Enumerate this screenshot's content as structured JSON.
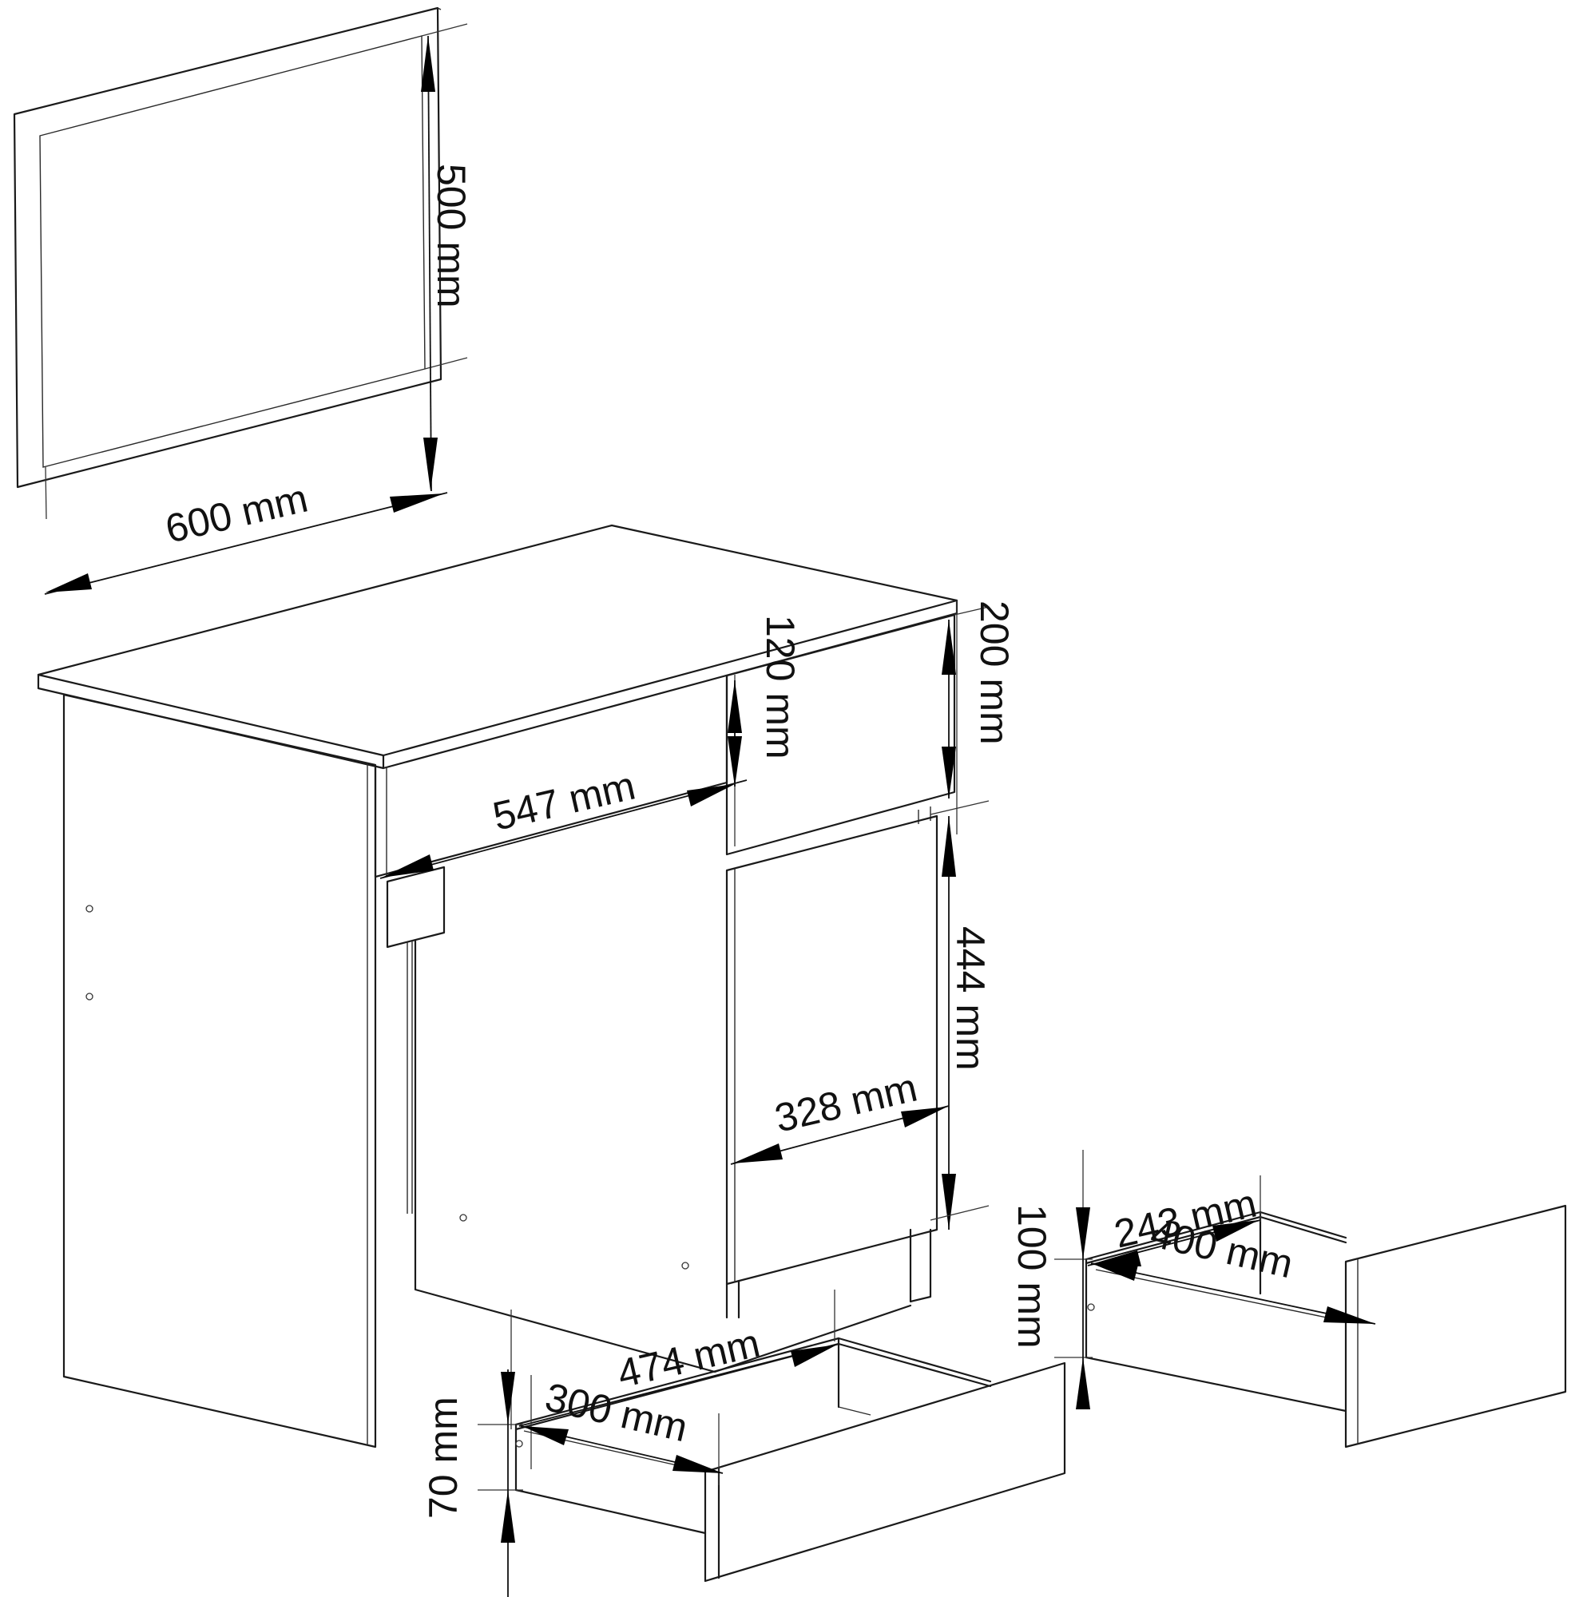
{
  "dimensions": {
    "mirror_height": "500 mm",
    "mirror_width": "600 mm",
    "desk_drawer_height": "120 mm",
    "desk_top_drawer_height": "200 mm",
    "desk_width": "547 mm",
    "cabinet_height": "444 mm",
    "cabinet_width": "328 mm",
    "left_drawer_depth": "474 mm",
    "left_drawer_width": "300 mm",
    "left_drawer_height": "70 mm",
    "right_drawer_width": "243 mm",
    "right_drawer_depth": "400 mm",
    "right_drawer_height": "100 mm"
  }
}
